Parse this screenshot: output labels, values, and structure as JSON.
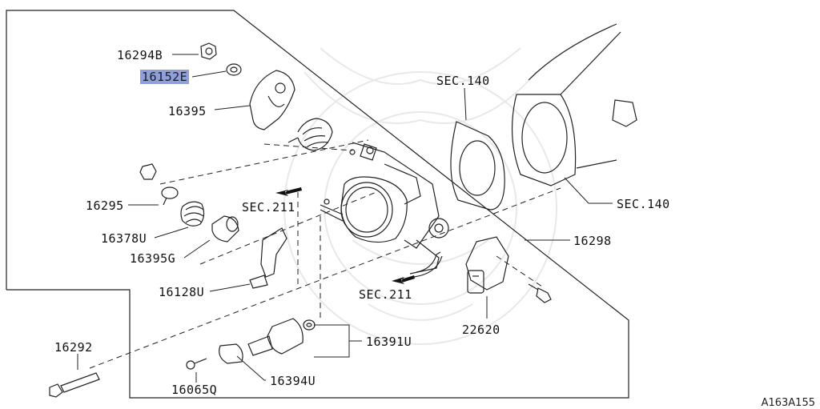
{
  "diagram": {
    "part_labels": {
      "p16294b": "16294B",
      "p16152e": "16152E",
      "p16395": "16395",
      "p16295": "16295",
      "p16378u": "16378U",
      "p16395g": "16395G",
      "p16128u": "16128U",
      "p16292": "16292",
      "p16065q": "16065Q",
      "p16394u": "16394U",
      "p16391u": "16391U",
      "p22620": "22620",
      "p16298": "16298",
      "sec140_top": "SEC.140",
      "sec140_right": "SEC.140",
      "sec211_upper": "SEC.211",
      "sec211_lower": "SEC.211"
    },
    "figure_code": "A163A155",
    "highlight_color": "#8f9fd8",
    "line_color": "#222222"
  }
}
